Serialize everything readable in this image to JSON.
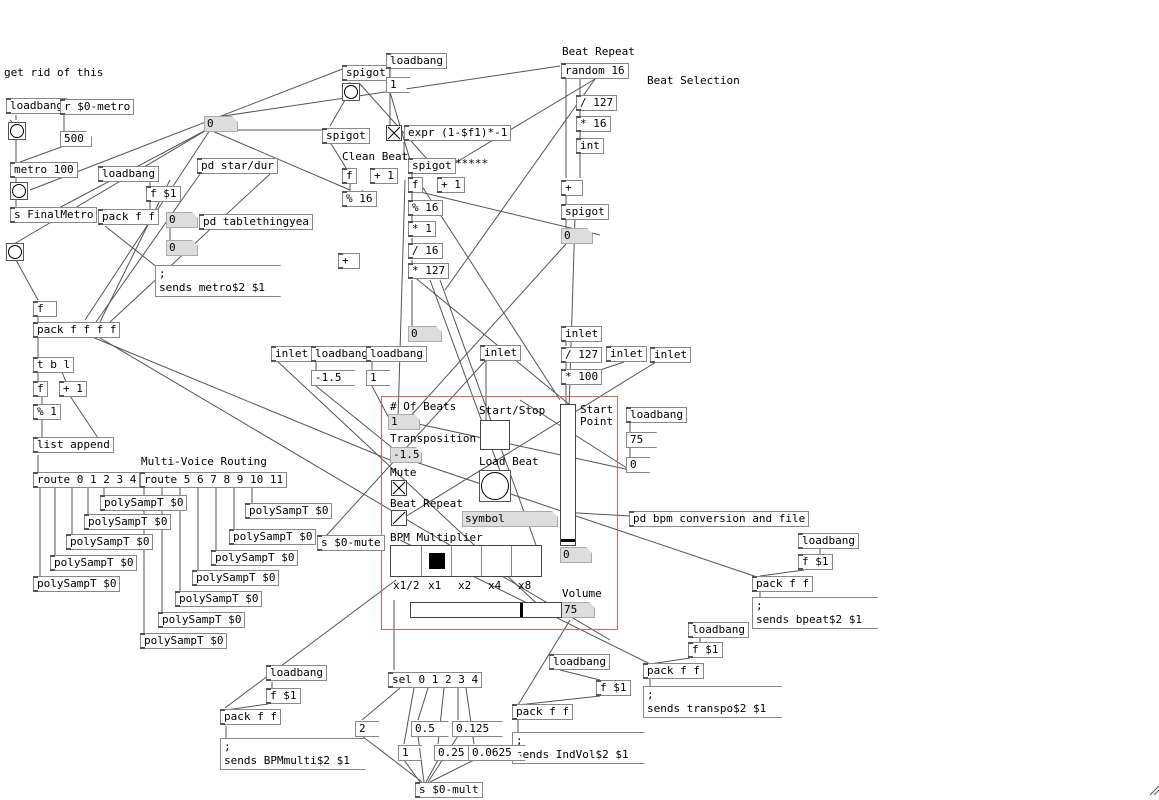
{
  "comments": {
    "get_rid": "get rid of this",
    "beat_repeat_top": "Beat Repeat",
    "beat_selection": "Beat Selection",
    "clean_beat": "Clean Beat",
    "stars": "*****",
    "multi_voice": "Multi-Voice Routing",
    "num_beats": "# Of Beats",
    "start_stop": "Start/Stop",
    "start": "Start",
    "point": "Point",
    "transposition": "Transposition",
    "load_beat": "Load Beat",
    "mute": "Mute",
    "beat_repeat_gop": "Beat Repeat",
    "bpm_multiplier": "BPM Multiplier",
    "volume": "Volume"
  },
  "radio_labels": [
    "x1/2",
    "x1",
    "x2",
    "x4",
    "x8"
  ],
  "radio_selected": 1,
  "volume_slider_fraction": 0.74,
  "start_point_fraction": 0.02,
  "objects": {
    "loadbang": "loadbang",
    "r_metro": "r $0-metro",
    "metro100": "metro 100",
    "s_finalmetro": "s FinalMetro",
    "spigot": "spigot",
    "random16": "random 16",
    "div127": "/ 127",
    "mul16": "* 16",
    "int": "int",
    "plus": "+",
    "pd_stardur": "pd star/dur",
    "pd_tablething": "pd tablethingyea",
    "f_dollar1": "f $1",
    "pack_ff": "pack f f",
    "expr": "expr (1-$f1)*-1",
    "f": "f",
    "plus1": "+ 1",
    "mod16": "% 16",
    "mul1": "* 1",
    "div16": "/ 16",
    "mul127": "* 127",
    "pack_ffff": "pack f f f f",
    "t_b_l": "t b l",
    "mod1": "% 1",
    "list_append": "list append",
    "route01234": "route 0 1 2 3 4",
    "route567": "route 5 6 7 8 9 10 11",
    "poly": "polySampT $0",
    "inlet": "inlet",
    "mul100": "* 100",
    "s_mute": "s $0-mute",
    "pd_bpm": "pd bpm conversion and file",
    "sel": "sel 0 1 2 3 4",
    "s_mult": "s $0-mult"
  },
  "messages": {
    "sends_metro": ";\nsends metro$2 $1",
    "sends_bpeat": ";\nsends bpeat$2 $1",
    "sends_transpo": ";\nsends transpo$2 $1",
    "sends_bpmmulti": ";\nsends BPMmulti$2 $1",
    "sends_indvol": ";\nsends IndVol$2 $1",
    "m_neg15": "-1.5",
    "m_1": "1",
    "m_75": "75",
    "m_0": "0",
    "m_2": "2",
    "m_05": "0.5",
    "m_125": "0.125",
    "m_025": "0.25",
    "m_0625": "0.0625"
  },
  "atoms": {
    "a500": "500",
    "a0": "0",
    "a1": "1",
    "a_neg15": "-1.5",
    "a75": "75",
    "symbol": "symbol"
  }
}
